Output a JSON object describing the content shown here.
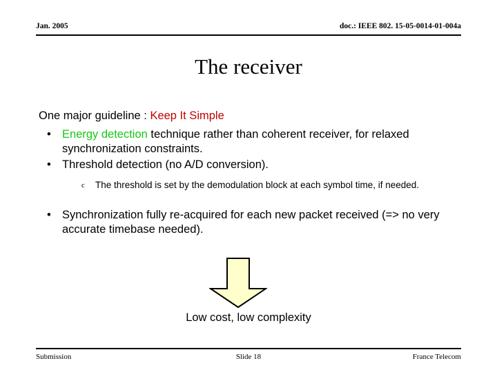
{
  "header": {
    "left": "Jan. 2005",
    "right": "doc.: IEEE 802. 15-05-0014-01-004a"
  },
  "title": "The receiver",
  "body": {
    "lead": {
      "prefix": "One major guideline : ",
      "highlight": "Keep It Simple"
    },
    "bullets": [
      {
        "marker": "•",
        "highlight": "Energy detection",
        "text": " technique rather than coherent receiver, for relaxed synchronization constraints."
      },
      {
        "marker": "•",
        "highlight": "",
        "text": "Threshold detection (no A/D conversion)."
      }
    ],
    "sub_bullet": {
      "marker": "c",
      "text": "The threshold is set by the demodulation block at each symbol time, if needed."
    },
    "last_bullet": {
      "marker": "•",
      "text": "Synchronization fully re-acquired for each new packet received (=> no very accurate timebase needed)."
    }
  },
  "arrow": {
    "fill": "#FFFFCC",
    "stroke": "#000000"
  },
  "caption": "Low cost, low complexity",
  "footer": {
    "left": "Submission",
    "center": "Slide 18",
    "right": "France Telecom"
  },
  "colors": {
    "red": "#C00000",
    "green": "#16C816",
    "text": "#000000",
    "background": "#FFFFFF"
  }
}
